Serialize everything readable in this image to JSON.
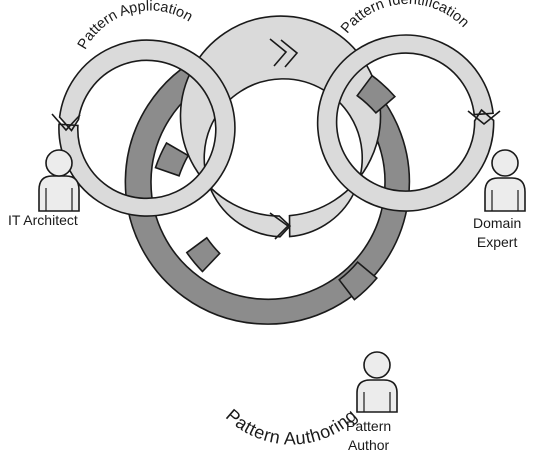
{
  "diagram": {
    "cycles": {
      "application": "Pattern Application",
      "identification": "Pattern Identification",
      "authoring": "Pattern Authoring"
    },
    "roles": {
      "it_architect": "IT Architect",
      "domain_expert_line1": "Domain",
      "domain_expert_line2": "Expert",
      "pattern_author_line1": "Pattern",
      "pattern_author_line2": "Author"
    },
    "colors": {
      "big_ring": "#8c8c8c",
      "small_ring": "#dadada",
      "outline": "#1a1a1a",
      "person": "#ececec"
    }
  }
}
